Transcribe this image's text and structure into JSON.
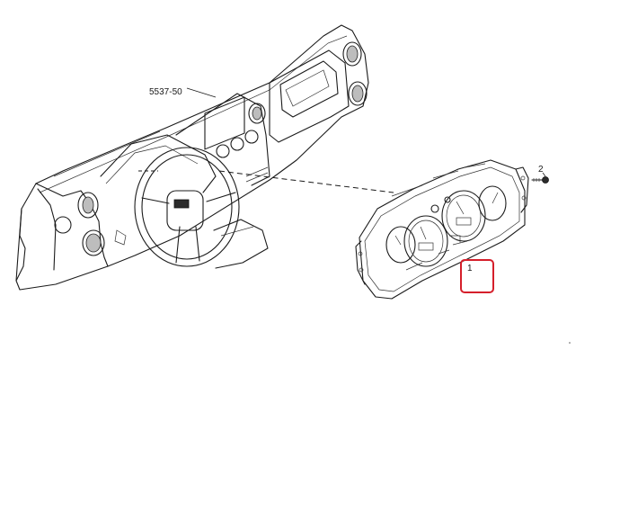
{
  "diagram": {
    "reference_code": "5537-50",
    "callouts": {
      "instrument_cluster": "1",
      "screw": "2"
    },
    "highlight_color": "#d51f2b"
  }
}
